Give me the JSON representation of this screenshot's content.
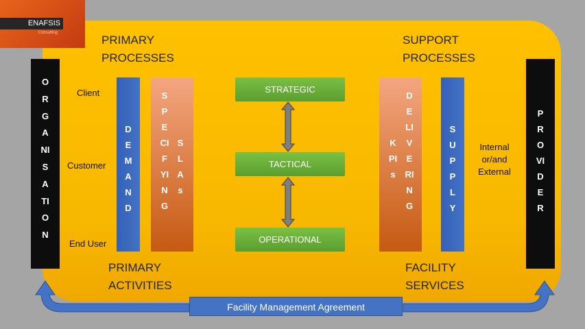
{
  "logo": {
    "name": "ENAFSIS",
    "tagline": "Consulting"
  },
  "headings": {
    "primary_processes": "PRIMARY PROCESSES",
    "support_processes": "SUPPORT PROCESSES",
    "primary_activities": "PRIMARY ACTIVITIES",
    "facility_services": "FACILITY SERVICES"
  },
  "left_labels": {
    "client": "Client",
    "customer": "Customer",
    "end_user": "End User"
  },
  "right_labels": {
    "internal": "Internal",
    "external": "or/and External"
  },
  "columns": {
    "organisation": "ORGANISATION",
    "demand": "DEMAND",
    "specifying": "SPECIFYING",
    "slas": "SLAs",
    "delivering": "DELIVERING",
    "kpis": "KPIs",
    "supply": "SUPPLY",
    "provider": "PROVIDER"
  },
  "levels": {
    "strategic": "STRATEGIC",
    "tactical": "TACTICAL",
    "operational": "OPERATIONAL"
  },
  "agreement": "Facility Management Agreement",
  "colors": {
    "board": "#ffc000",
    "blue": "#4472c4",
    "green": "#70ad47",
    "orange": "#ed7d31",
    "black": "#0d0d0d"
  }
}
